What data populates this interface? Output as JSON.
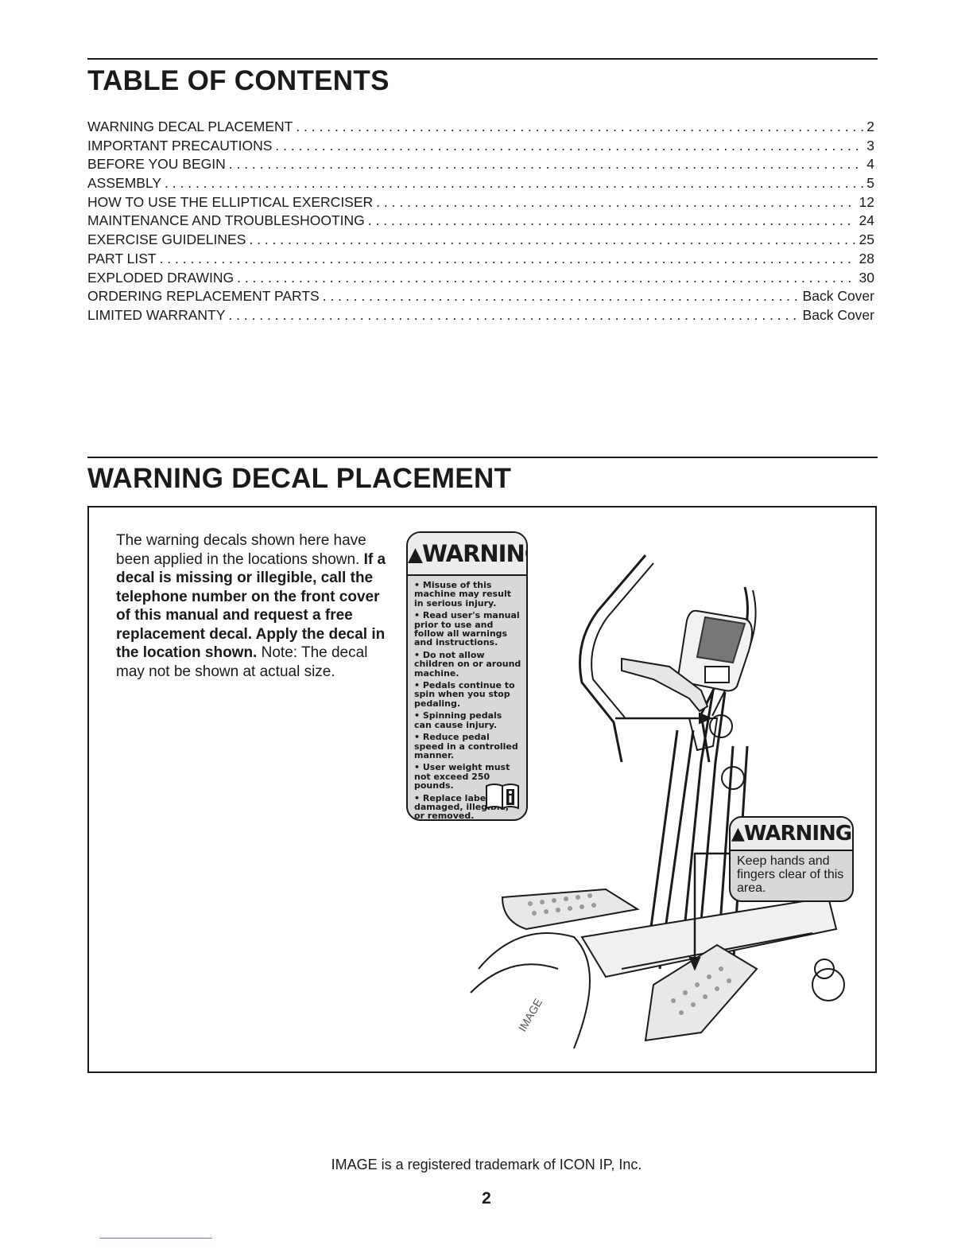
{
  "toc": {
    "heading": "TABLE OF CONTENTS",
    "entries": [
      {
        "title": "WARNING DECAL PLACEMENT",
        "page": "2"
      },
      {
        "title": "IMPORTANT PRECAUTIONS",
        "page": "3"
      },
      {
        "title": "BEFORE YOU BEGIN",
        "page": "4"
      },
      {
        "title": "ASSEMBLY",
        "page": "5"
      },
      {
        "title": "HOW TO USE THE ELLIPTICAL EXERCISER",
        "page": "12"
      },
      {
        "title": "MAINTENANCE AND TROUBLESHOOTING",
        "page": "24"
      },
      {
        "title": "EXERCISE GUIDELINES",
        "page": "25"
      },
      {
        "title": "PART LIST",
        "page": "28"
      },
      {
        "title": "EXPLODED DRAWING",
        "page": "30"
      },
      {
        "title": "ORDERING REPLACEMENT PARTS",
        "page": "Back Cover"
      },
      {
        "title": "LIMITED WARRANTY",
        "page": "Back Cover"
      }
    ]
  },
  "decal": {
    "heading": "WARNING DECAL PLACEMENT",
    "intro_plain": "The warning decals shown here have been applied in the locations shown.",
    "intro_bold": "If a decal is missing or illegible, call the telephone number on the front cover of this manual and request a free replacement decal. Apply the decal in the location shown.",
    "intro_note": "Note: The decal may not be shown at actual size.",
    "label_large": {
      "header": "WARNING",
      "items": [
        "Misuse of this machine may result in serious injury.",
        "Read user's manual prior to use and follow all warnings and instructions.",
        "Do not allow children on or around machine.",
        "Pedals continue to spin when you stop pedaling.",
        "Spinning pedals can cause injury.",
        "Reduce pedal speed in a controlled manner.",
        "User weight must not exceed 250 pounds.",
        "Replace label if damaged, illegible, or removed."
      ]
    },
    "label_small": {
      "header": "WARNING",
      "text": "Keep hands and fingers clear of this area."
    },
    "machine_brand": "IMAGE"
  },
  "footer": {
    "trademark": "IMAGE is a registered trademark of ICON IP, Inc.",
    "page_number": "2"
  }
}
